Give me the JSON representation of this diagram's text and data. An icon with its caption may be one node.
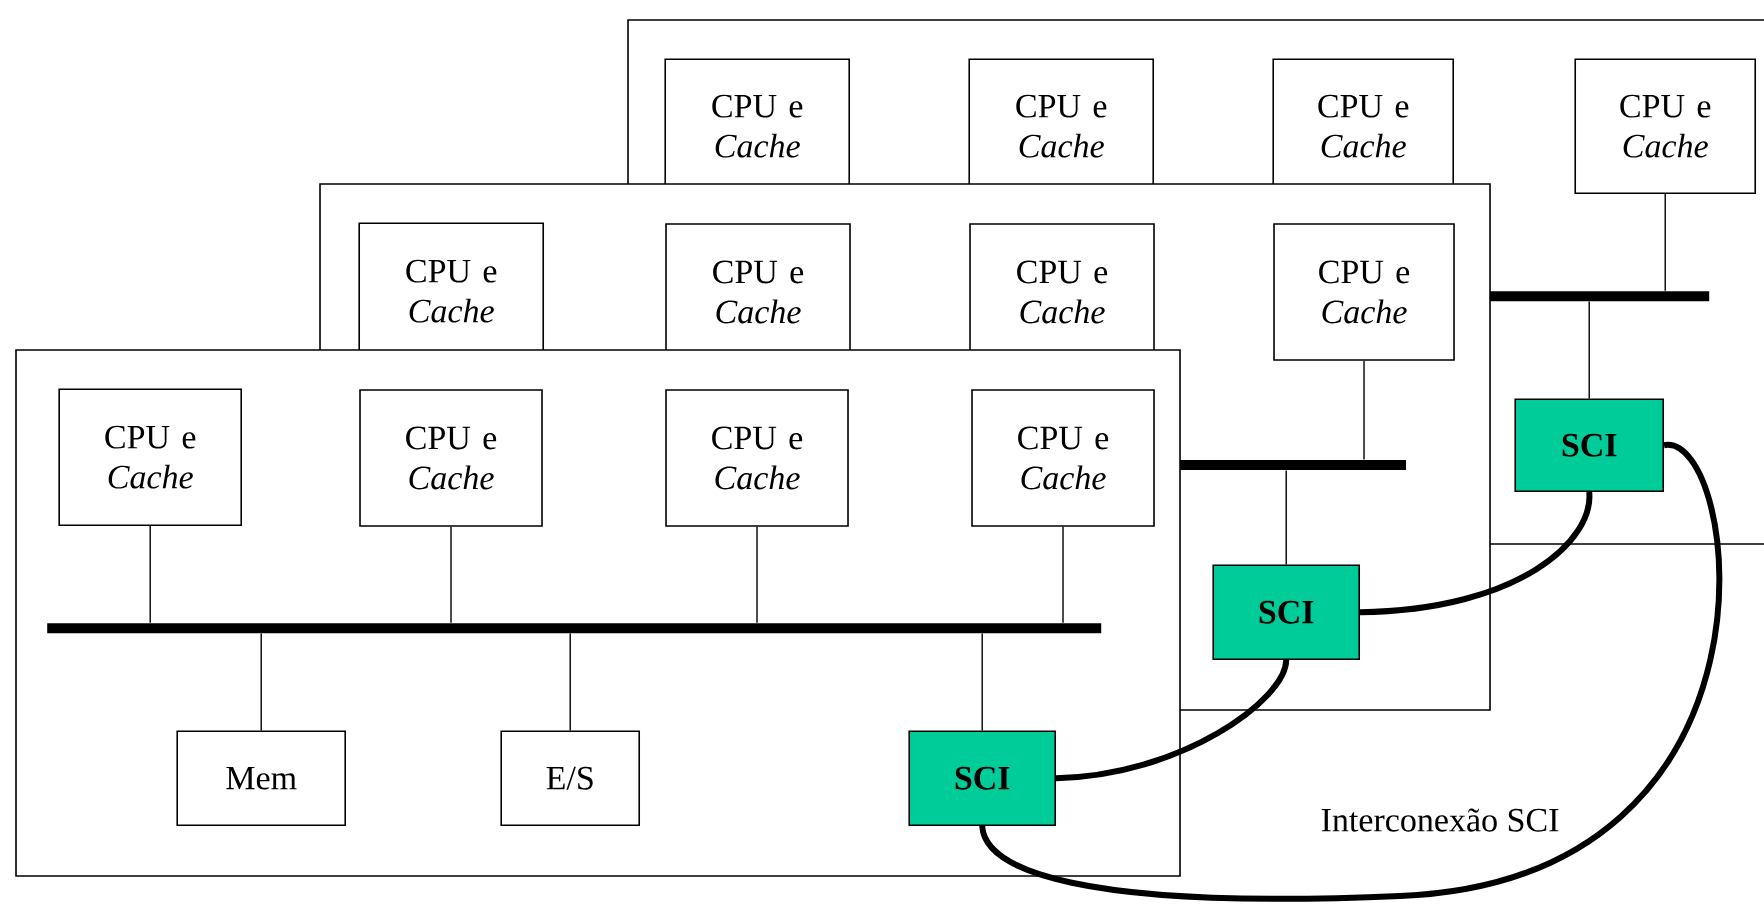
{
  "diagram": {
    "nodes": [
      {
        "text": [],
        "shape": "box"
      },
      {
        "text": [
          "CPU e *Cache*"
        ],
        "in": 0
      },
      {
        "text": [
          "CPU e *Cache*"
        ],
        "in": 0
      },
      {
        "text": [
          "CPU e *Cache*"
        ],
        "in": 0
      },
      {
        "text": [
          "CPU e *Cache*"
        ],
        "in": 0
      },
      {
        "text": [],
        "shape": "bar",
        "in": 0
      },
      {
        "text": [
          "SCI"
        ],
        "in": 0
      },
      {
        "text": [],
        "shape": "box"
      },
      {
        "text": [
          "CPU e *Cache*"
        ],
        "in": 7
      },
      {
        "text": [
          "CPU e *Cache*"
        ]
      },
      {
        "text": [
          "CPU e *Cache*"
        ]
      },
      {
        "text": [
          "CPU e *Cache*"
        ]
      },
      {
        "text": [],
        "shape": "bar"
      },
      {
        "text": [
          "SCI"
        ],
        "in": 7
      },
      {
        "text": [],
        "shape": "box"
      },
      {
        "text": [
          "CPU e *Cache*"
        ],
        "in": 14
      },
      {
        "text": [
          "CPU e *Cache*"
        ]
      },
      {
        "text": [
          "CPU e *Cache*"
        ]
      },
      {
        "text": [
          "CPU e *Cache*"
        ]
      },
      {
        "text": [],
        "shape": "bar",
        "in": 14
      },
      {
        "text": [
          "Mem"
        ],
        "in": 14
      },
      {
        "text": [
          "E/S"
        ],
        "in": 14
      },
      {
        "text": [
          "SCI"
        ],
        "in": 14
      }
    ],
    "edges": [
      {
        "from": 4,
        "to": 5,
        "arrow": "none"
      },
      {
        "from": 5,
        "to": 6,
        "arrow": "none"
      },
      {
        "from": 11,
        "to": 12,
        "arrow": "none"
      },
      {
        "from": 12,
        "to": 13,
        "arrow": "none"
      },
      {
        "from": 15,
        "to": 19,
        "arrow": "none"
      },
      {
        "from": 16,
        "to": 19,
        "arrow": "none"
      },
      {
        "from": 17,
        "to": 19,
        "arrow": "none"
      },
      {
        "from": 18,
        "to": 19,
        "arrow": "none"
      },
      {
        "from": 19,
        "to": 20,
        "arrow": "none"
      },
      {
        "from": 19,
        "to": 21,
        "arrow": "none"
      },
      {
        "from": 19,
        "to": 22,
        "arrow": "none"
      },
      {
        "from": 22,
        "to": 13,
        "arrow": "none",
        "style": "thick"
      },
      {
        "from": 13,
        "to": 6,
        "arrow": "none",
        "style": "thick"
      },
      {
        "from": 6,
        "to": 22,
        "arrow": "none",
        "style": "thick"
      }
    ],
    "labels": [
      "Interconexão SCI"
    ]
  }
}
